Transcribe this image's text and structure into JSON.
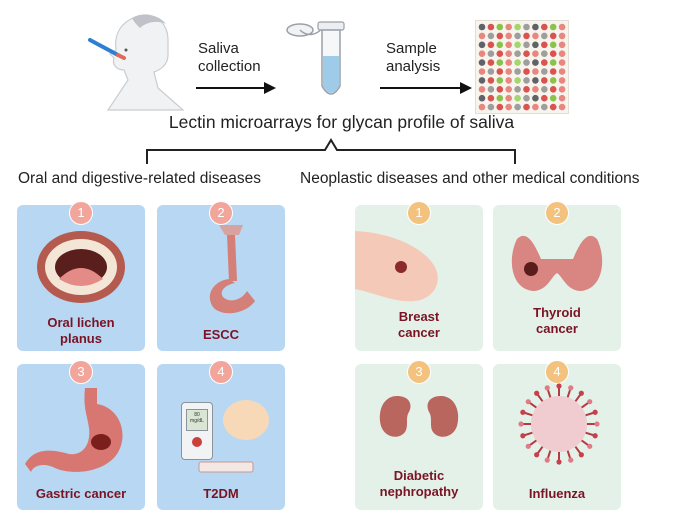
{
  "flow": {
    "step1": "Saliva\ncollection",
    "step2": "Sample\nanalysis",
    "title": "Lectin microarrays for glycan profile of saliva"
  },
  "sections": {
    "left_title": "Oral and digestive-related diseases",
    "right_title": "Neoplastic diseases and other medical conditions"
  },
  "left_cards": [
    {
      "num": "1",
      "label": "Oral lichen\nplanus"
    },
    {
      "num": "2",
      "label": "ESCC"
    },
    {
      "num": "3",
      "label": "Gastric cancer"
    },
    {
      "num": "4",
      "label": "T2DM"
    }
  ],
  "right_cards": [
    {
      "num": "1",
      "label": "Breast\ncancer"
    },
    {
      "num": "2",
      "label": "Thyroid\ncancer"
    },
    {
      "num": "3",
      "label": "Diabetic\nnephropathy"
    },
    {
      "num": "4",
      "label": "Influenza"
    }
  ],
  "glucometer": {
    "reading": "80\nmg/dL"
  },
  "colors": {
    "left_card_bg": "#b7d7f2",
    "right_card_bg": "#e4f1e8",
    "label_color": "#7a1424",
    "badge_left": "#f2a69b",
    "badge_right": "#f2c27e"
  }
}
